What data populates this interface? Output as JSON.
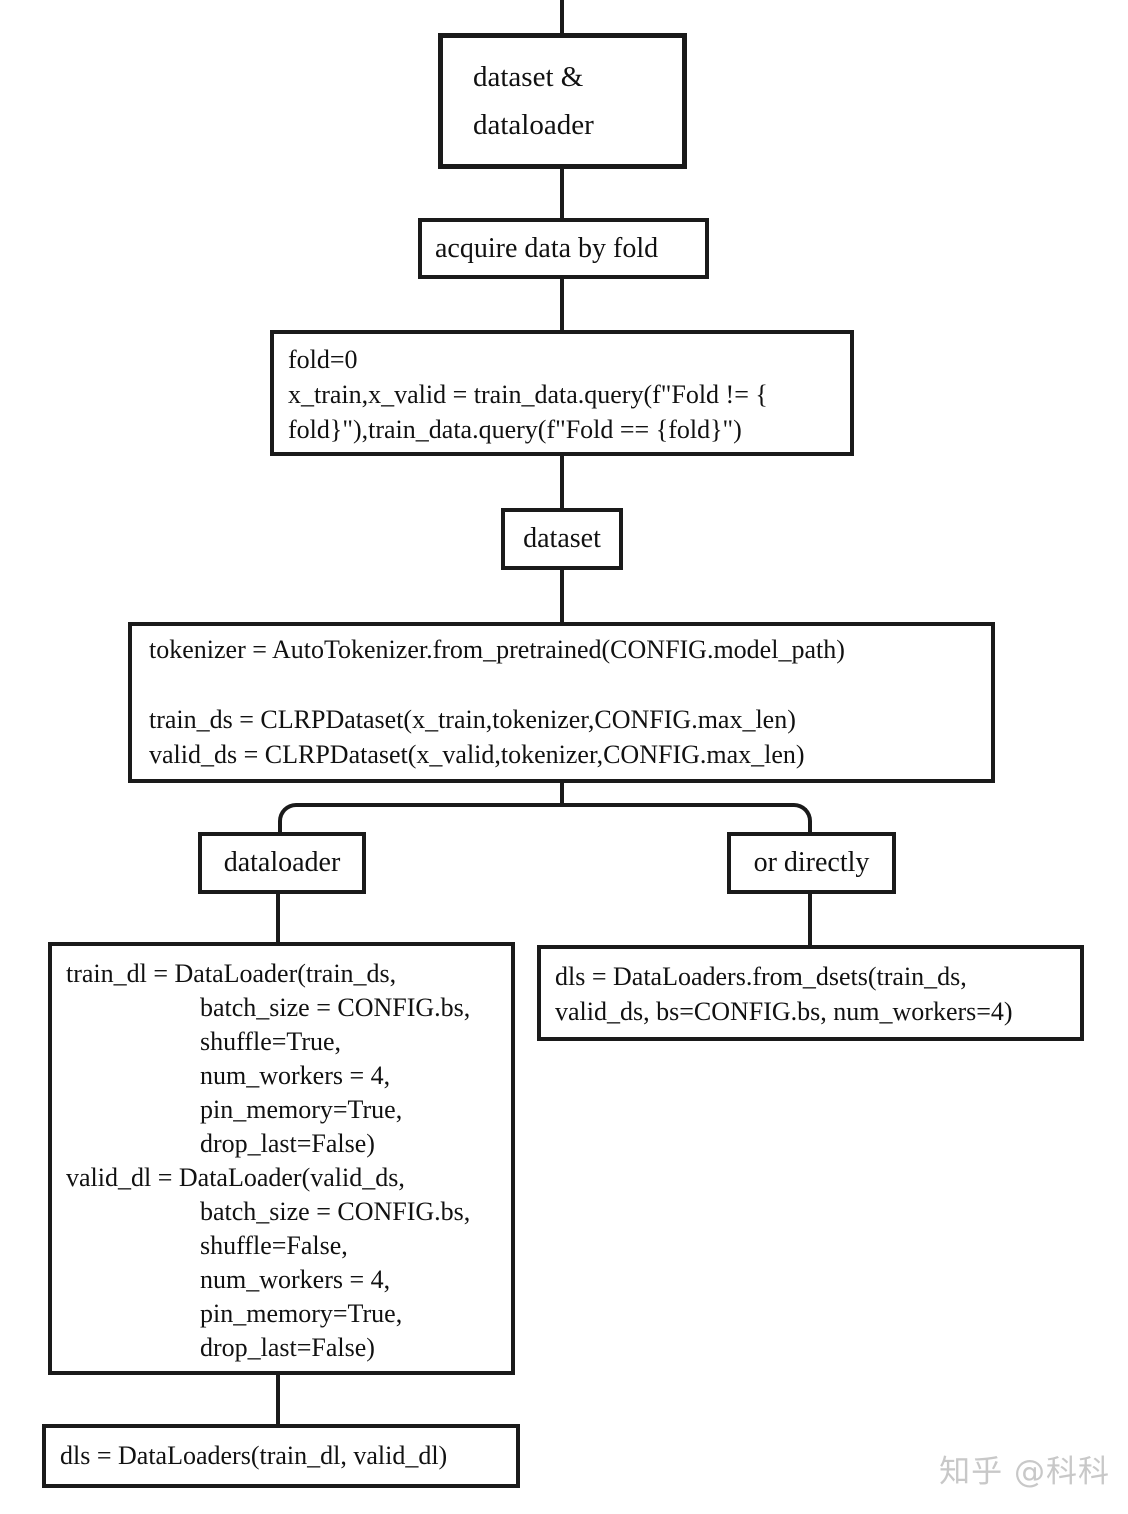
{
  "diagram": {
    "colors": {
      "line": "#1a1a1a",
      "background": "#ffffff",
      "text": "#111111",
      "watermark": "#c8c8c8"
    },
    "title_box": {
      "line1": "dataset &",
      "line2": "dataloader"
    },
    "acquire_box": {
      "label": "acquire data by fold"
    },
    "fold_code_box": {
      "lines": [
        "fold=0",
        "x_train,x_valid = train_data.query(f\"Fold != {",
        "fold}\"),train_data.query(f\"Fold == {fold}\")"
      ]
    },
    "dataset_box": {
      "label": "dataset"
    },
    "tokenizer_code_box": {
      "lines": [
        "tokenizer = AutoTokenizer.from_pretrained(CONFIG.model_path)",
        "",
        "train_ds = CLRPDataset(x_train,tokenizer,CONFIG.max_len)",
        "valid_ds = CLRPDataset(x_valid,tokenizer,CONFIG.max_len)"
      ]
    },
    "dataloader_box": {
      "label": "dataloader"
    },
    "directly_box": {
      "label": "or directly"
    },
    "dataloader_code_box": {
      "lines": [
        "train_dl = DataLoader(train_ds,",
        "batch_size = CONFIG.bs,",
        "shuffle=True,",
        "num_workers = 4,",
        "pin_memory=True,",
        "drop_last=False)",
        "valid_dl = DataLoader(valid_ds,",
        "batch_size = CONFIG.bs,",
        "shuffle=False,",
        "num_workers = 4,",
        "pin_memory=True,",
        "drop_last=False)"
      ]
    },
    "dsets_code_box": {
      "lines": [
        "dls = DataLoaders.from_dsets(train_ds,",
        "valid_ds, bs=CONFIG.bs, num_workers=4)"
      ]
    },
    "dls_box": {
      "label": "dls = DataLoaders(train_dl, valid_dl)"
    },
    "watermark": {
      "text": "知乎 @科科"
    }
  }
}
